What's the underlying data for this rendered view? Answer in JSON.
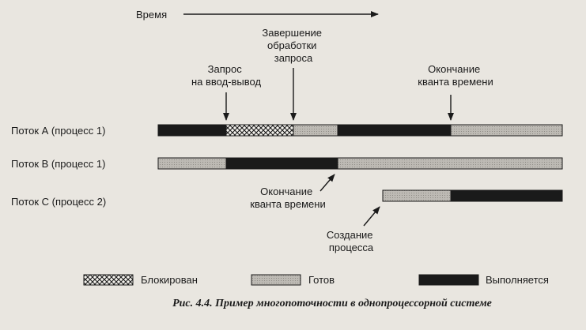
{
  "diagram": {
    "time_axis_label": "Время",
    "threads": [
      {
        "label": "Поток А (процесс 1)",
        "segments": [
          {
            "state": "running"
          },
          {
            "state": "blocked"
          },
          {
            "state": "ready"
          },
          {
            "state": "running"
          },
          {
            "state": "ready"
          }
        ]
      },
      {
        "label": "Поток В (процесс 1)",
        "segments": [
          {
            "state": "ready"
          },
          {
            "state": "running"
          },
          {
            "state": "ready"
          }
        ]
      },
      {
        "label": "Поток С (процесс 2)",
        "segments": [
          {
            "state": "ready"
          },
          {
            "state": "running"
          }
        ]
      }
    ],
    "annotations": [
      {
        "lines": [
          "Запрос",
          "на ввод-вывод"
        ]
      },
      {
        "lines": [
          "Завершение",
          "обработки",
          "запроса"
        ]
      },
      {
        "lines": [
          "Окончание",
          "кванта времени"
        ]
      },
      {
        "lines": [
          "Окончание",
          "кванта времени"
        ]
      },
      {
        "lines": [
          "Создание",
          "процесса"
        ]
      }
    ],
    "legend": [
      {
        "state": "blocked",
        "label": "Блокирован"
      },
      {
        "state": "ready",
        "label": "Готов"
      },
      {
        "state": "running",
        "label": "Выполняется"
      }
    ],
    "caption": "Рис. 4.4. Пример многопоточности в однопроцессорной системе",
    "colors": {
      "background": "#e9e6e0",
      "running": "#1a1a1a",
      "ready": "#bdbab4",
      "blocked_fill": "#f3f1ec",
      "stroke": "#1a1a1a"
    }
  }
}
